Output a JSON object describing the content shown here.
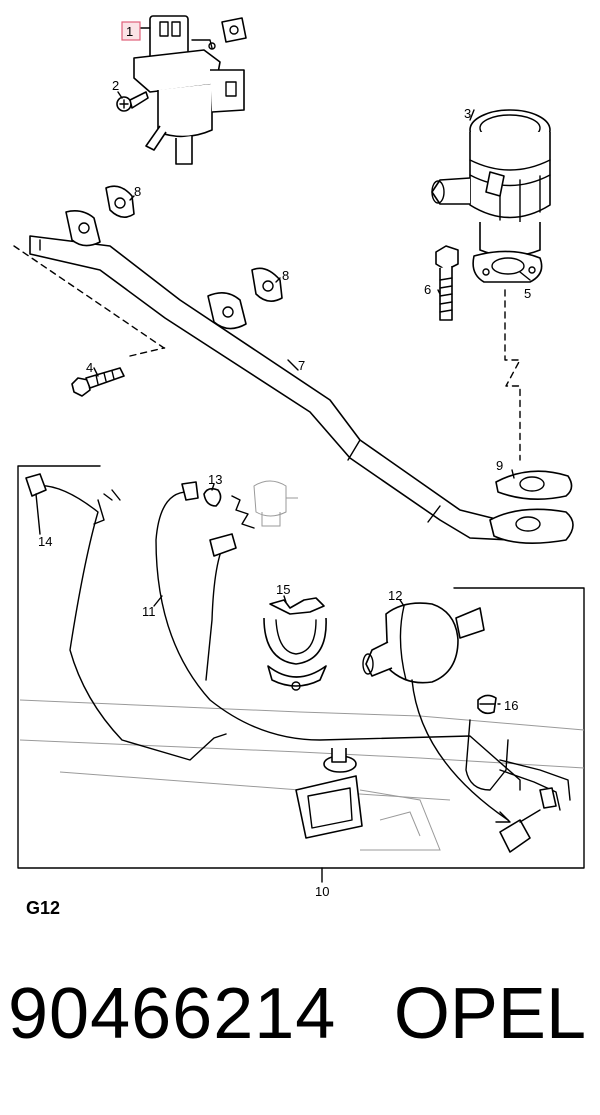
{
  "diagram": {
    "callouts": [
      {
        "id": "1",
        "label": "1",
        "highlighted": true
      },
      {
        "id": "2",
        "label": "2"
      },
      {
        "id": "3",
        "label": "3"
      },
      {
        "id": "4",
        "label": "4"
      },
      {
        "id": "5",
        "label": "5"
      },
      {
        "id": "6",
        "label": "6"
      },
      {
        "id": "7",
        "label": "7"
      },
      {
        "id": "8a",
        "label": "8"
      },
      {
        "id": "8b",
        "label": "8"
      },
      {
        "id": "9",
        "label": "9"
      },
      {
        "id": "10",
        "label": "10"
      },
      {
        "id": "11",
        "label": "11"
      },
      {
        "id": "12",
        "label": "12"
      },
      {
        "id": "13",
        "label": "13"
      },
      {
        "id": "14",
        "label": "14"
      },
      {
        "id": "15",
        "label": "15"
      },
      {
        "id": "16",
        "label": "16"
      }
    ],
    "highlight_color": "#e0607a"
  },
  "footer": {
    "group_code": "G12",
    "part_number": "90466214",
    "brand": "OPEL"
  }
}
